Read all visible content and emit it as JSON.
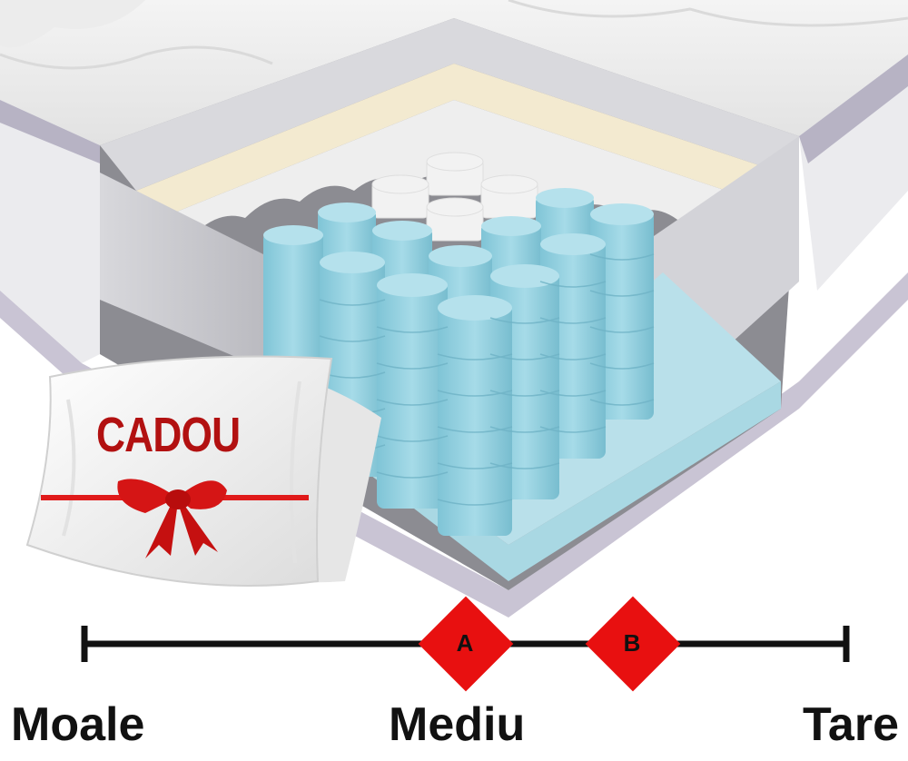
{
  "gift": {
    "label": "CADOU",
    "ribbon_color": "#e01a1a"
  },
  "mattress": {
    "spring_color": "#8fd0df",
    "spring_top_color": "#a9dcea",
    "foam_color": "#f3ead0",
    "base_color": "#a9d8e3"
  },
  "firmness_scale": {
    "line_color": "#111111",
    "marker_color": "#e81010",
    "markers": [
      {
        "label": "A",
        "level": 0.5
      },
      {
        "label": "B",
        "level": 0.72
      }
    ],
    "labels": {
      "soft": "Moale",
      "medium": "Mediu",
      "firm": "Tare"
    }
  }
}
